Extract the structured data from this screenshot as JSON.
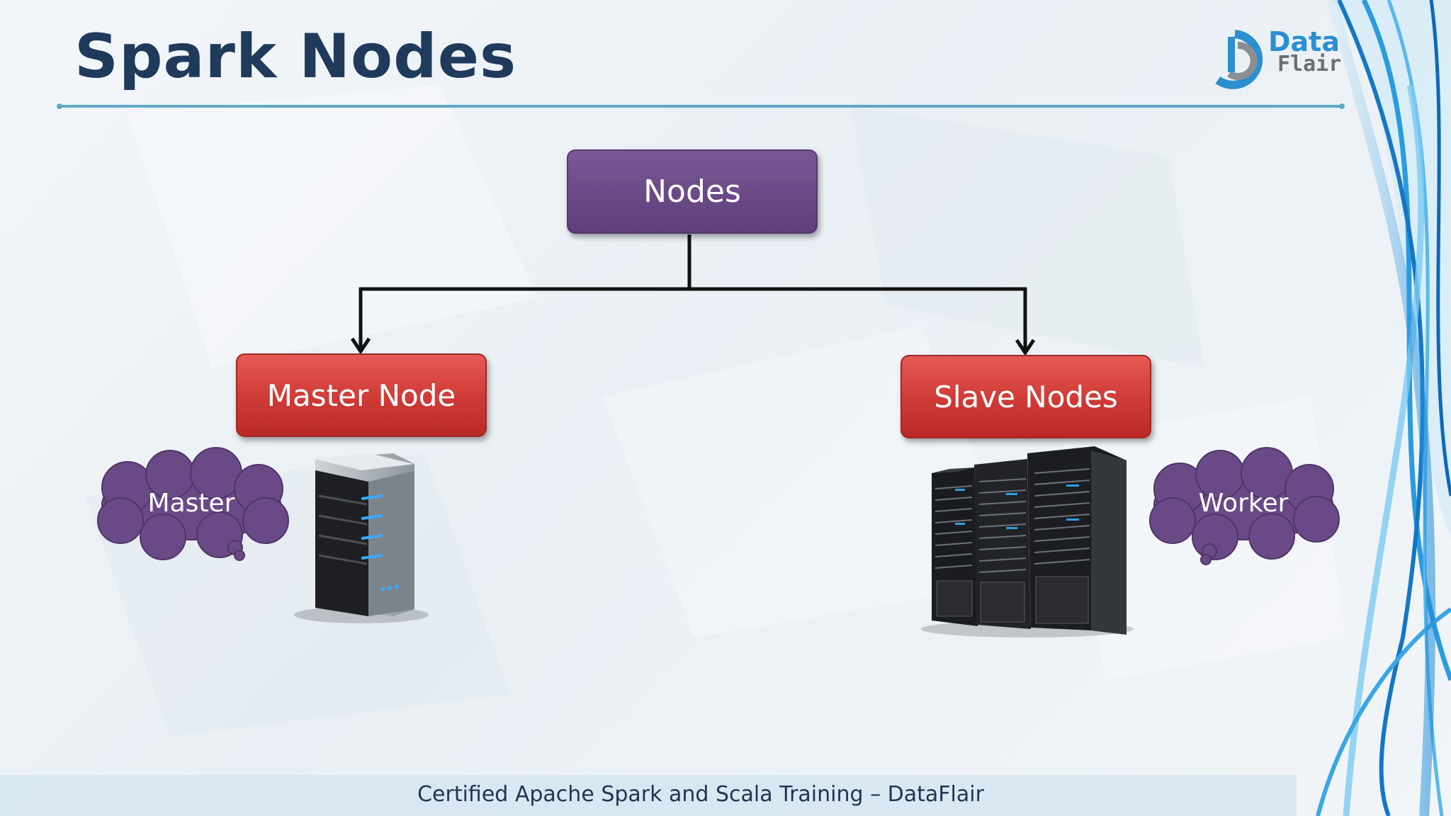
{
  "slide": {
    "title": "Spark Nodes",
    "footer": "Certified Apache Spark and Scala Training – DataFlair"
  },
  "logo": {
    "line1": "Data",
    "line2": "Flair"
  },
  "diagram": {
    "root": "Nodes",
    "master": "Master Node",
    "slave": "Slave Nodes",
    "master_bubble": "Master",
    "worker_bubble": "Worker"
  },
  "colors": {
    "title": "#1f3a5a",
    "root_box": "#6a4a86",
    "child_box": "#cf3a36",
    "bubble": "#6a4a86",
    "accent_line": "#5fa9c4"
  }
}
